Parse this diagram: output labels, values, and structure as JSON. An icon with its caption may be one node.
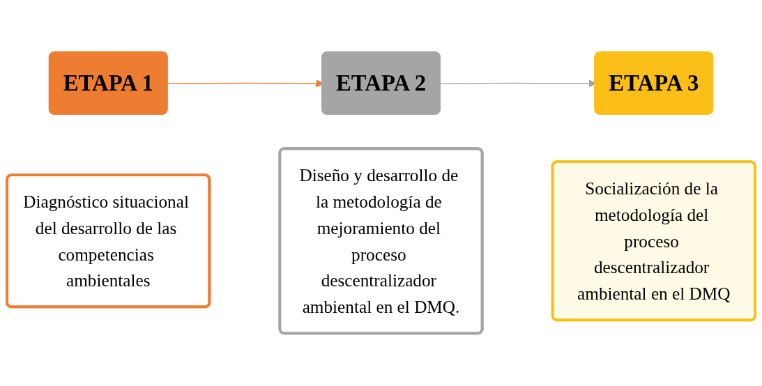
{
  "diagram": {
    "nodes": [
      {
        "text": [
          "ETAPA 1"
        ]
      },
      {
        "text": [
          "Diagnóstico situacional del desarrollo de las competencias ambientales"
        ]
      },
      {
        "text": [
          "ETAPA 2"
        ]
      },
      {
        "text": [
          "Diseño y desarrollo de la metodología de mejoramiento del proceso descentralizador ambiental en el DMQ."
        ]
      },
      {
        "text": [
          "ETAPA 3"
        ]
      },
      {
        "text": [
          "Socialización de la metodología del proceso descentralizador ambiental en el DMQ"
        ]
      }
    ],
    "edges": [
      {
        "from": 0,
        "to": 2,
        "arrow": "to",
        "color": "#ed7d31"
      },
      {
        "from": 2,
        "to": 4,
        "arrow": "to",
        "color": "#a5a5a5"
      }
    ]
  }
}
